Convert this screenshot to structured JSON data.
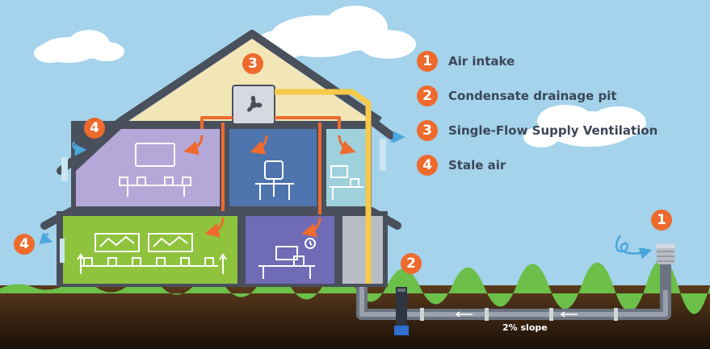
{
  "legend": {
    "items": [
      {
        "number": "1",
        "label": "Air intake"
      },
      {
        "number": "2",
        "label": "Condensate drainage pit"
      },
      {
        "number": "3",
        "label": "Single-Flow Supply Ventilation"
      },
      {
        "number": "4",
        "label": "Stale air"
      }
    ]
  },
  "markers": {
    "attic": "3",
    "drain_pit": "2",
    "intake": "1",
    "stale_upper": "4",
    "stale_lower": "4"
  },
  "pipe": {
    "slope_label": "2% slope"
  },
  "colors": {
    "sky": "#a4d3eb",
    "grass": "#6cc04a",
    "soil": "#3a2412",
    "accent_orange": "#ee6a2d",
    "duct_yellow": "#f7c948",
    "house_outline": "#4a4f5c",
    "attic": "#f2e6b7",
    "room_lavender": "#b4a8d8",
    "room_blue": "#4e74ad",
    "room_light_blue": "#9fd1dd",
    "room_green": "#8fc33e",
    "room_purple": "#6f6bb5",
    "arrow_blue": "#4aa6dc"
  }
}
